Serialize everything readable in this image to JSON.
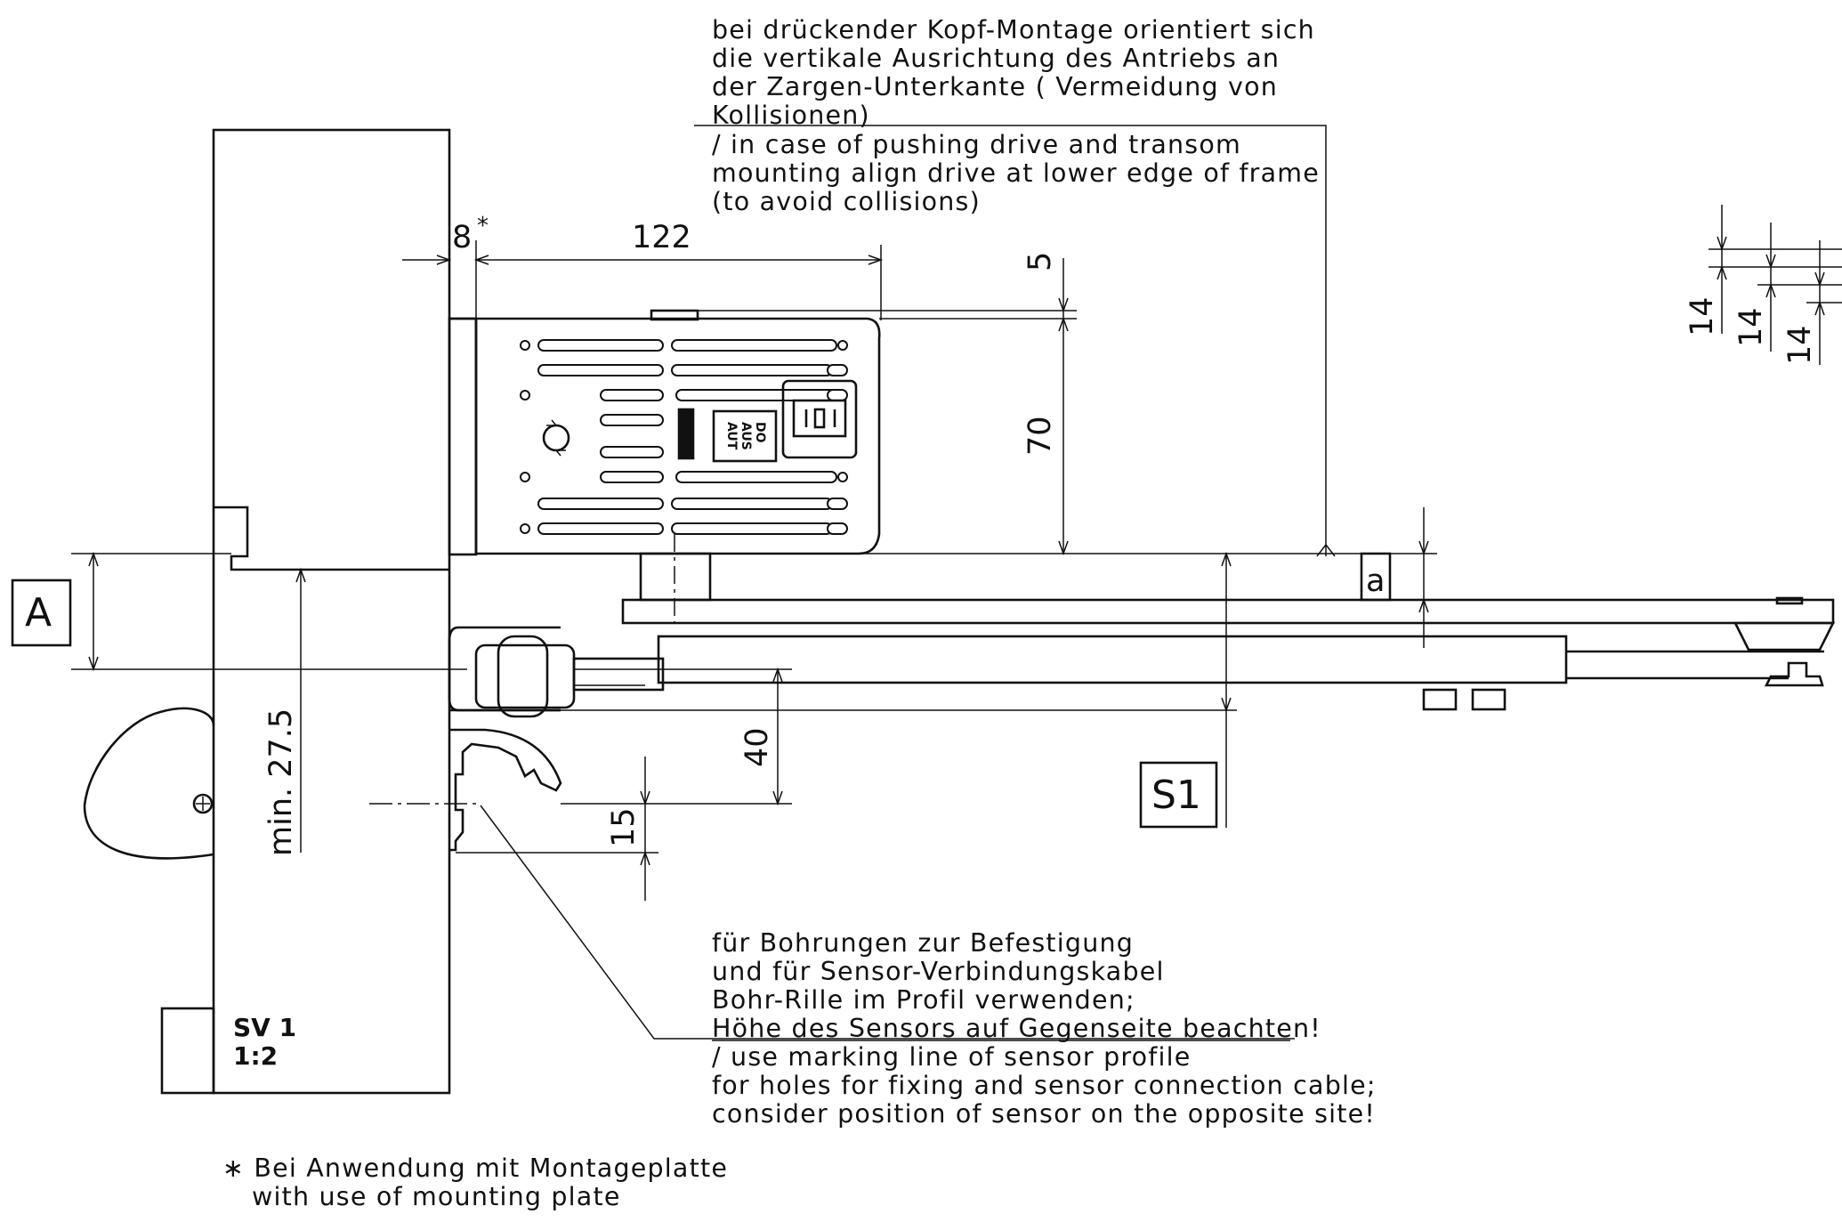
{
  "notes": {
    "top_de": [
      "bei drückender Kopf-Montage orientiert sich",
      "die vertikale Ausrichtung des Antriebs an",
      "der Zargen-Unterkante ( Vermeidung von",
      "Kollisionen)"
    ],
    "top_en": [
      "/ in case of pushing drive and transom",
      "mounting align drive at lower edge of frame",
      "(to avoid collisions)"
    ],
    "bottom_de": [
      "für Bohrungen zur Befestigung",
      "und für Sensor-Verbindungskabel",
      "Bohr-Rille im Profil verwenden;",
      "Höhe des Sensors auf Gegenseite beachten!"
    ],
    "bottom_en": [
      "/ use marking line of sensor profile",
      "for holes for fixing and sensor connection cable;",
      "consider position of sensor on the opposite site!"
    ],
    "footnote": [
      "∗ Bei Anwendung mit Montageplatte",
      "with use of mounting plate"
    ]
  },
  "dimensions": {
    "d8": "8",
    "d8_star": "*",
    "d122": "122",
    "d5": "5",
    "d70": "70",
    "d40": "40",
    "d15": "15",
    "dmin": "min. 27.5",
    "d14a": "14",
    "d14b": "14",
    "d14c": "14"
  },
  "labels": {
    "A": "A",
    "S1": "S1",
    "a": "a",
    "sv": "SV 1",
    "scale": "1:2",
    "switch_lines": [
      "DO",
      "AUS",
      "AUT"
    ]
  }
}
